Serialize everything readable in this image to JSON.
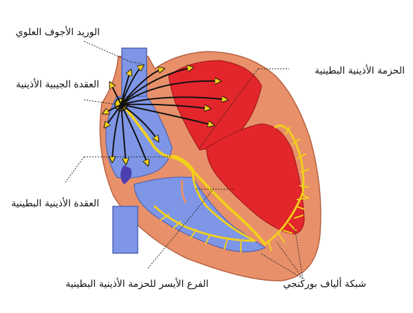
{
  "labels": {
    "superior_vena_cava": "الوريد الأجوف العلوي",
    "sa_node": "العقدة الجيبية الأذينية",
    "av_node": "العقدة الأذينية البطينية",
    "bundle_of_his": "الحزمة الأذينية البطينية",
    "left_bundle_branch": "الفرع الأيسر للحزمة الأذينية البطينية",
    "purkinje_fibers": "شبكة ألياف بوركنجي"
  },
  "colors": {
    "heart_wall": "#e8906a",
    "right_chambers": "#7f96e6",
    "left_ventricle": "#e3262b",
    "conduction": "#f2d01a",
    "impulse_arrows": "#111111",
    "leader_lines": "#222222"
  }
}
